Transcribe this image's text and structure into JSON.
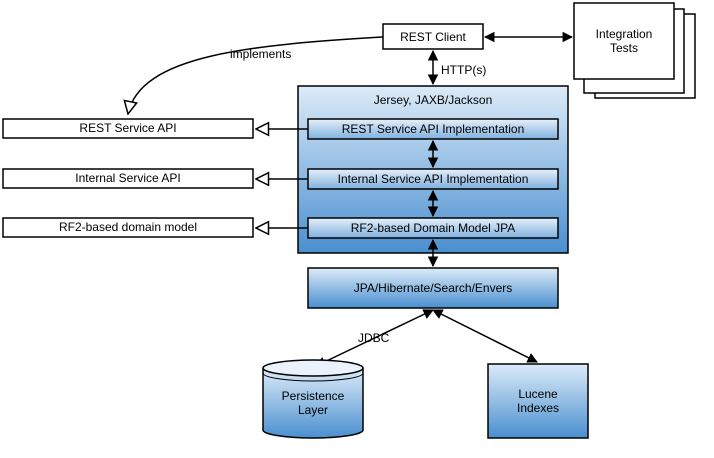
{
  "rest_client": {
    "label": "REST Client"
  },
  "integration_tests": {
    "label_line1": "Integration",
    "label_line2": "Tests"
  },
  "container": {
    "label": "Jersey, JAXB/Jackson"
  },
  "rest_impl": {
    "label": "REST Service API Implementation"
  },
  "internal_impl": {
    "label": "Internal Service API Implementation"
  },
  "domain_jpa": {
    "label": "RF2-based Domain Model JPA"
  },
  "rest_api": {
    "label": "REST Service API"
  },
  "internal_api": {
    "label": "Internal Service API"
  },
  "domain_model": {
    "label": "RF2-based domain model"
  },
  "jpa_stack": {
    "label": "JPA/Hibernate/Search/Envers"
  },
  "persistence": {
    "label_line1": "Persistence",
    "label_line2": "Layer"
  },
  "lucene": {
    "label_line1": "Lucene",
    "label_line2": "Indexes"
  },
  "edge_labels": {
    "implements": "implements",
    "http": "HTTP(s)",
    "jdbc": "JDBC"
  },
  "colors": {
    "gradient_top": "#dcebf8",
    "gradient_bottom": "#4a8fd0",
    "stroke": "#000000"
  }
}
